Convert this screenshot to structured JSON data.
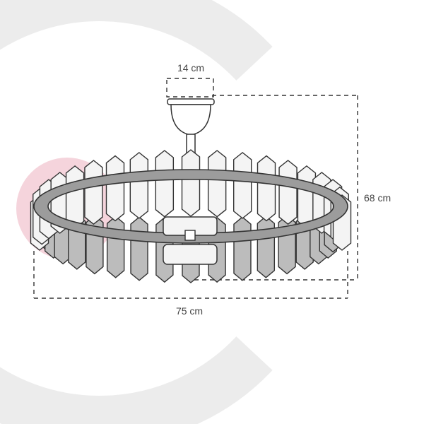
{
  "dimensions": {
    "canopy_width": "14 cm",
    "height": "68 cm",
    "diameter": "75 cm"
  },
  "colors": {
    "line": "#333333",
    "crystal_front": "#f4f4f4",
    "crystal_back": "#bcbcbc",
    "ring": "#9c9c9c",
    "dashed": "#333333",
    "bg_arc": "#ececec",
    "bg_accent": "#f5d4dc",
    "label": "#444444"
  }
}
